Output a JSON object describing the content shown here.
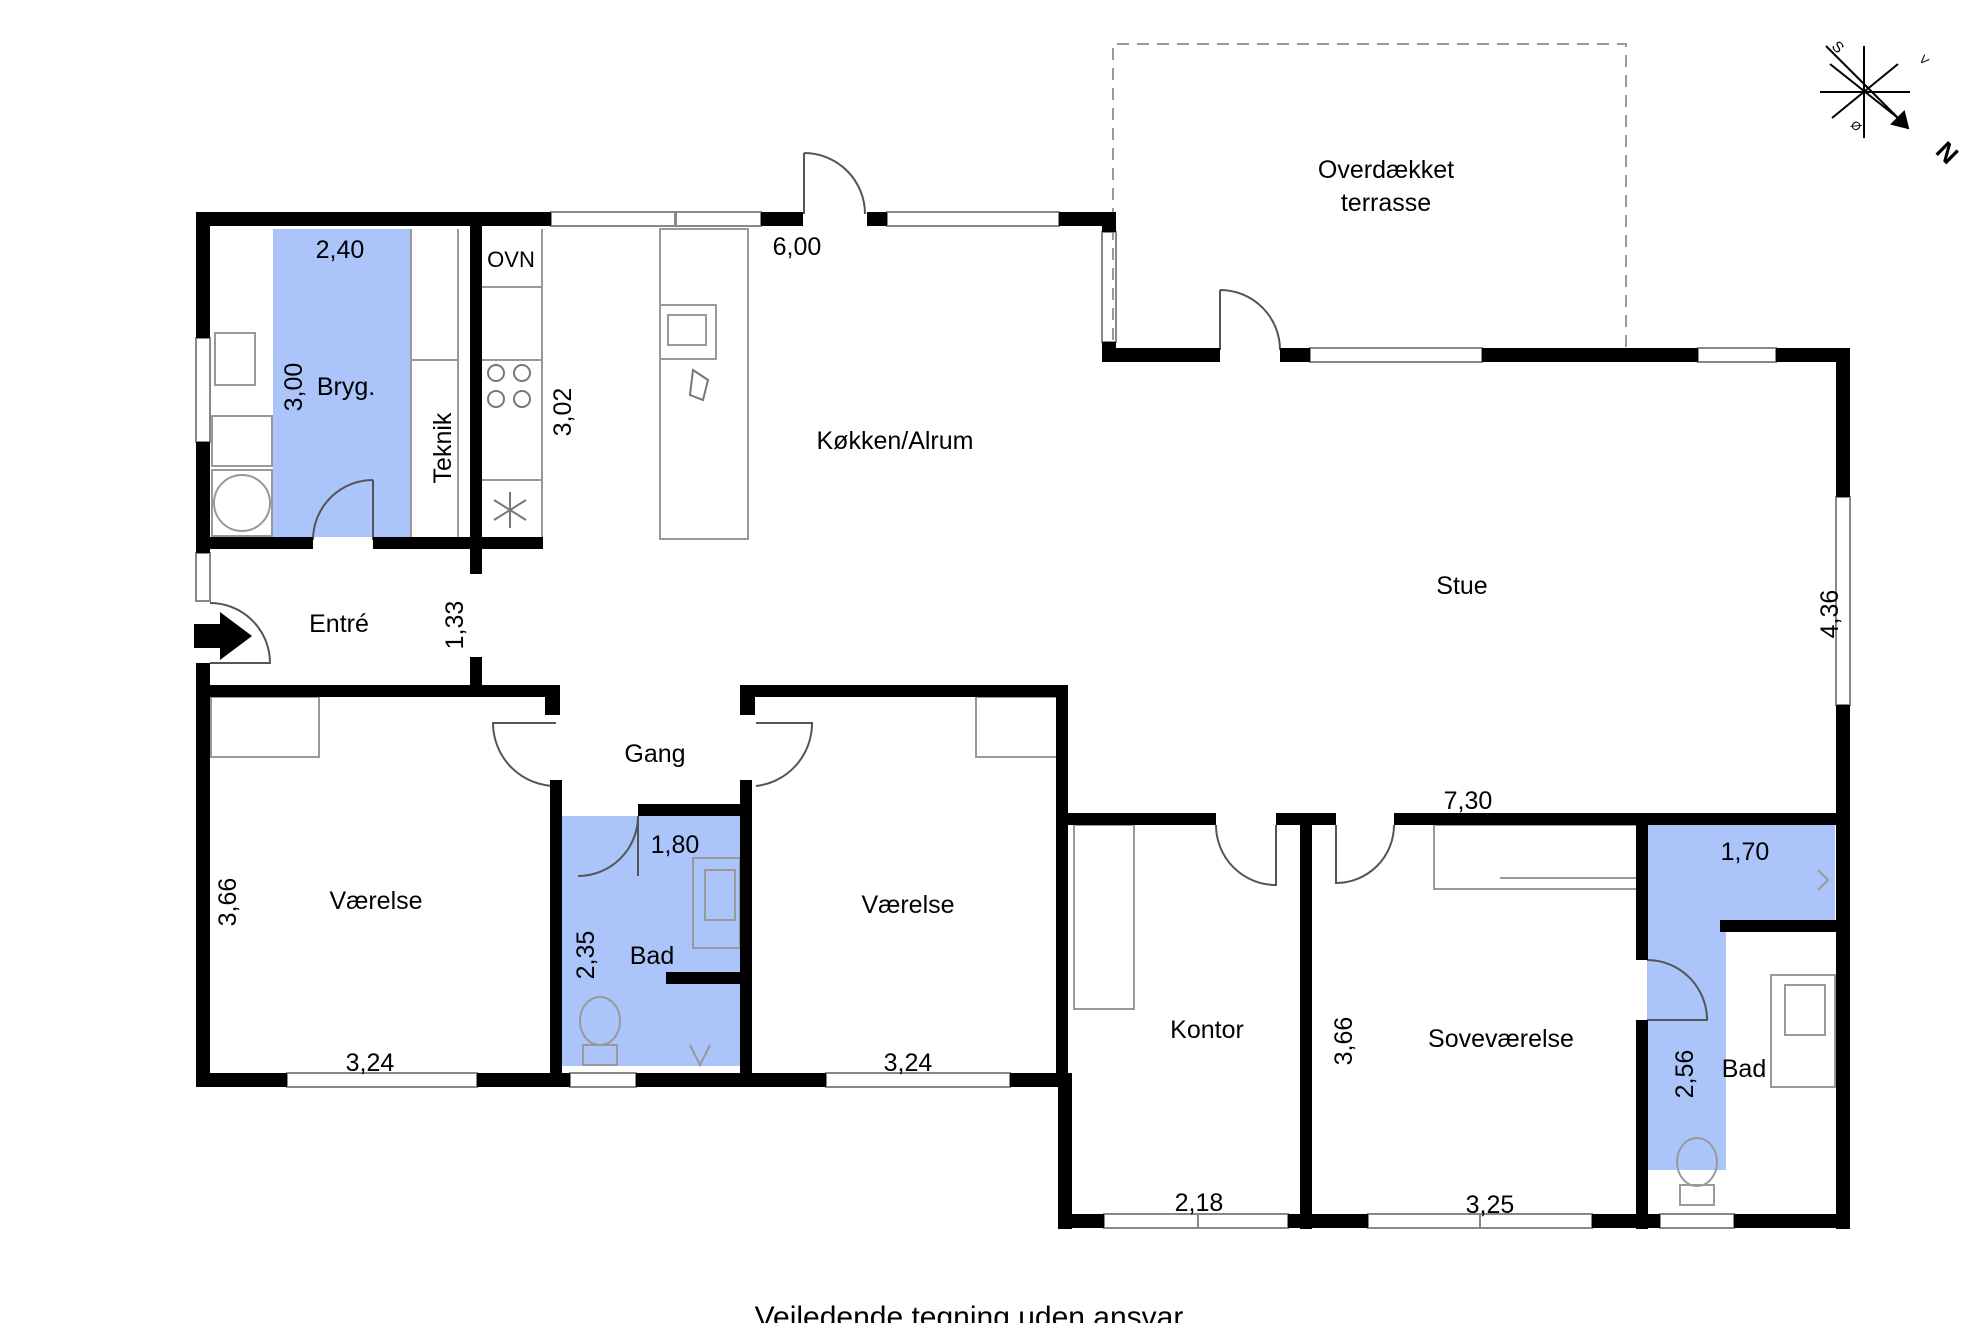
{
  "colors": {
    "wall": "#000000",
    "wet_room": "#abc5fa",
    "background": "#ffffff",
    "fixture": "#999999"
  },
  "rooms": {
    "bryggers": "Bryg.",
    "teknik": "Teknik",
    "ovn": "OVN",
    "kokken": "Køkken/Alrum",
    "terrasse_line1": "Overdækket",
    "terrasse_line2": "terrasse",
    "stue": "Stue",
    "entre": "Entré",
    "gang": "Gang",
    "vaerelse_1": "Værelse",
    "bad_1": "Bad",
    "vaerelse_2": "Værelse",
    "kontor": "Kontor",
    "sovevaerelse": "Soveværelse",
    "bad_2": "Bad"
  },
  "dimensions": {
    "bryg_width": "2,40",
    "bryg_depth": "3,00",
    "kitchen_depth": "3,02",
    "kitchen_width": "6,00",
    "entre_width": "1,33",
    "stue_depth": "4,36",
    "stue_width": "7,30",
    "vaerelse1_depth": "3,66",
    "vaerelse1_width": "3,24",
    "bad1_width": "1,80",
    "bad1_depth": "2,35",
    "vaerelse2_width": "3,24",
    "kontor_width": "2,18",
    "sove_depth": "3,66",
    "sove_width": "3,25",
    "bad2_width": "1,70",
    "bad2_depth": "2,56"
  },
  "compass": {
    "north": "N",
    "south": "S",
    "east": "Ø",
    "west": "V"
  },
  "disclaimer": "Vejledende tegning uden ansvar"
}
